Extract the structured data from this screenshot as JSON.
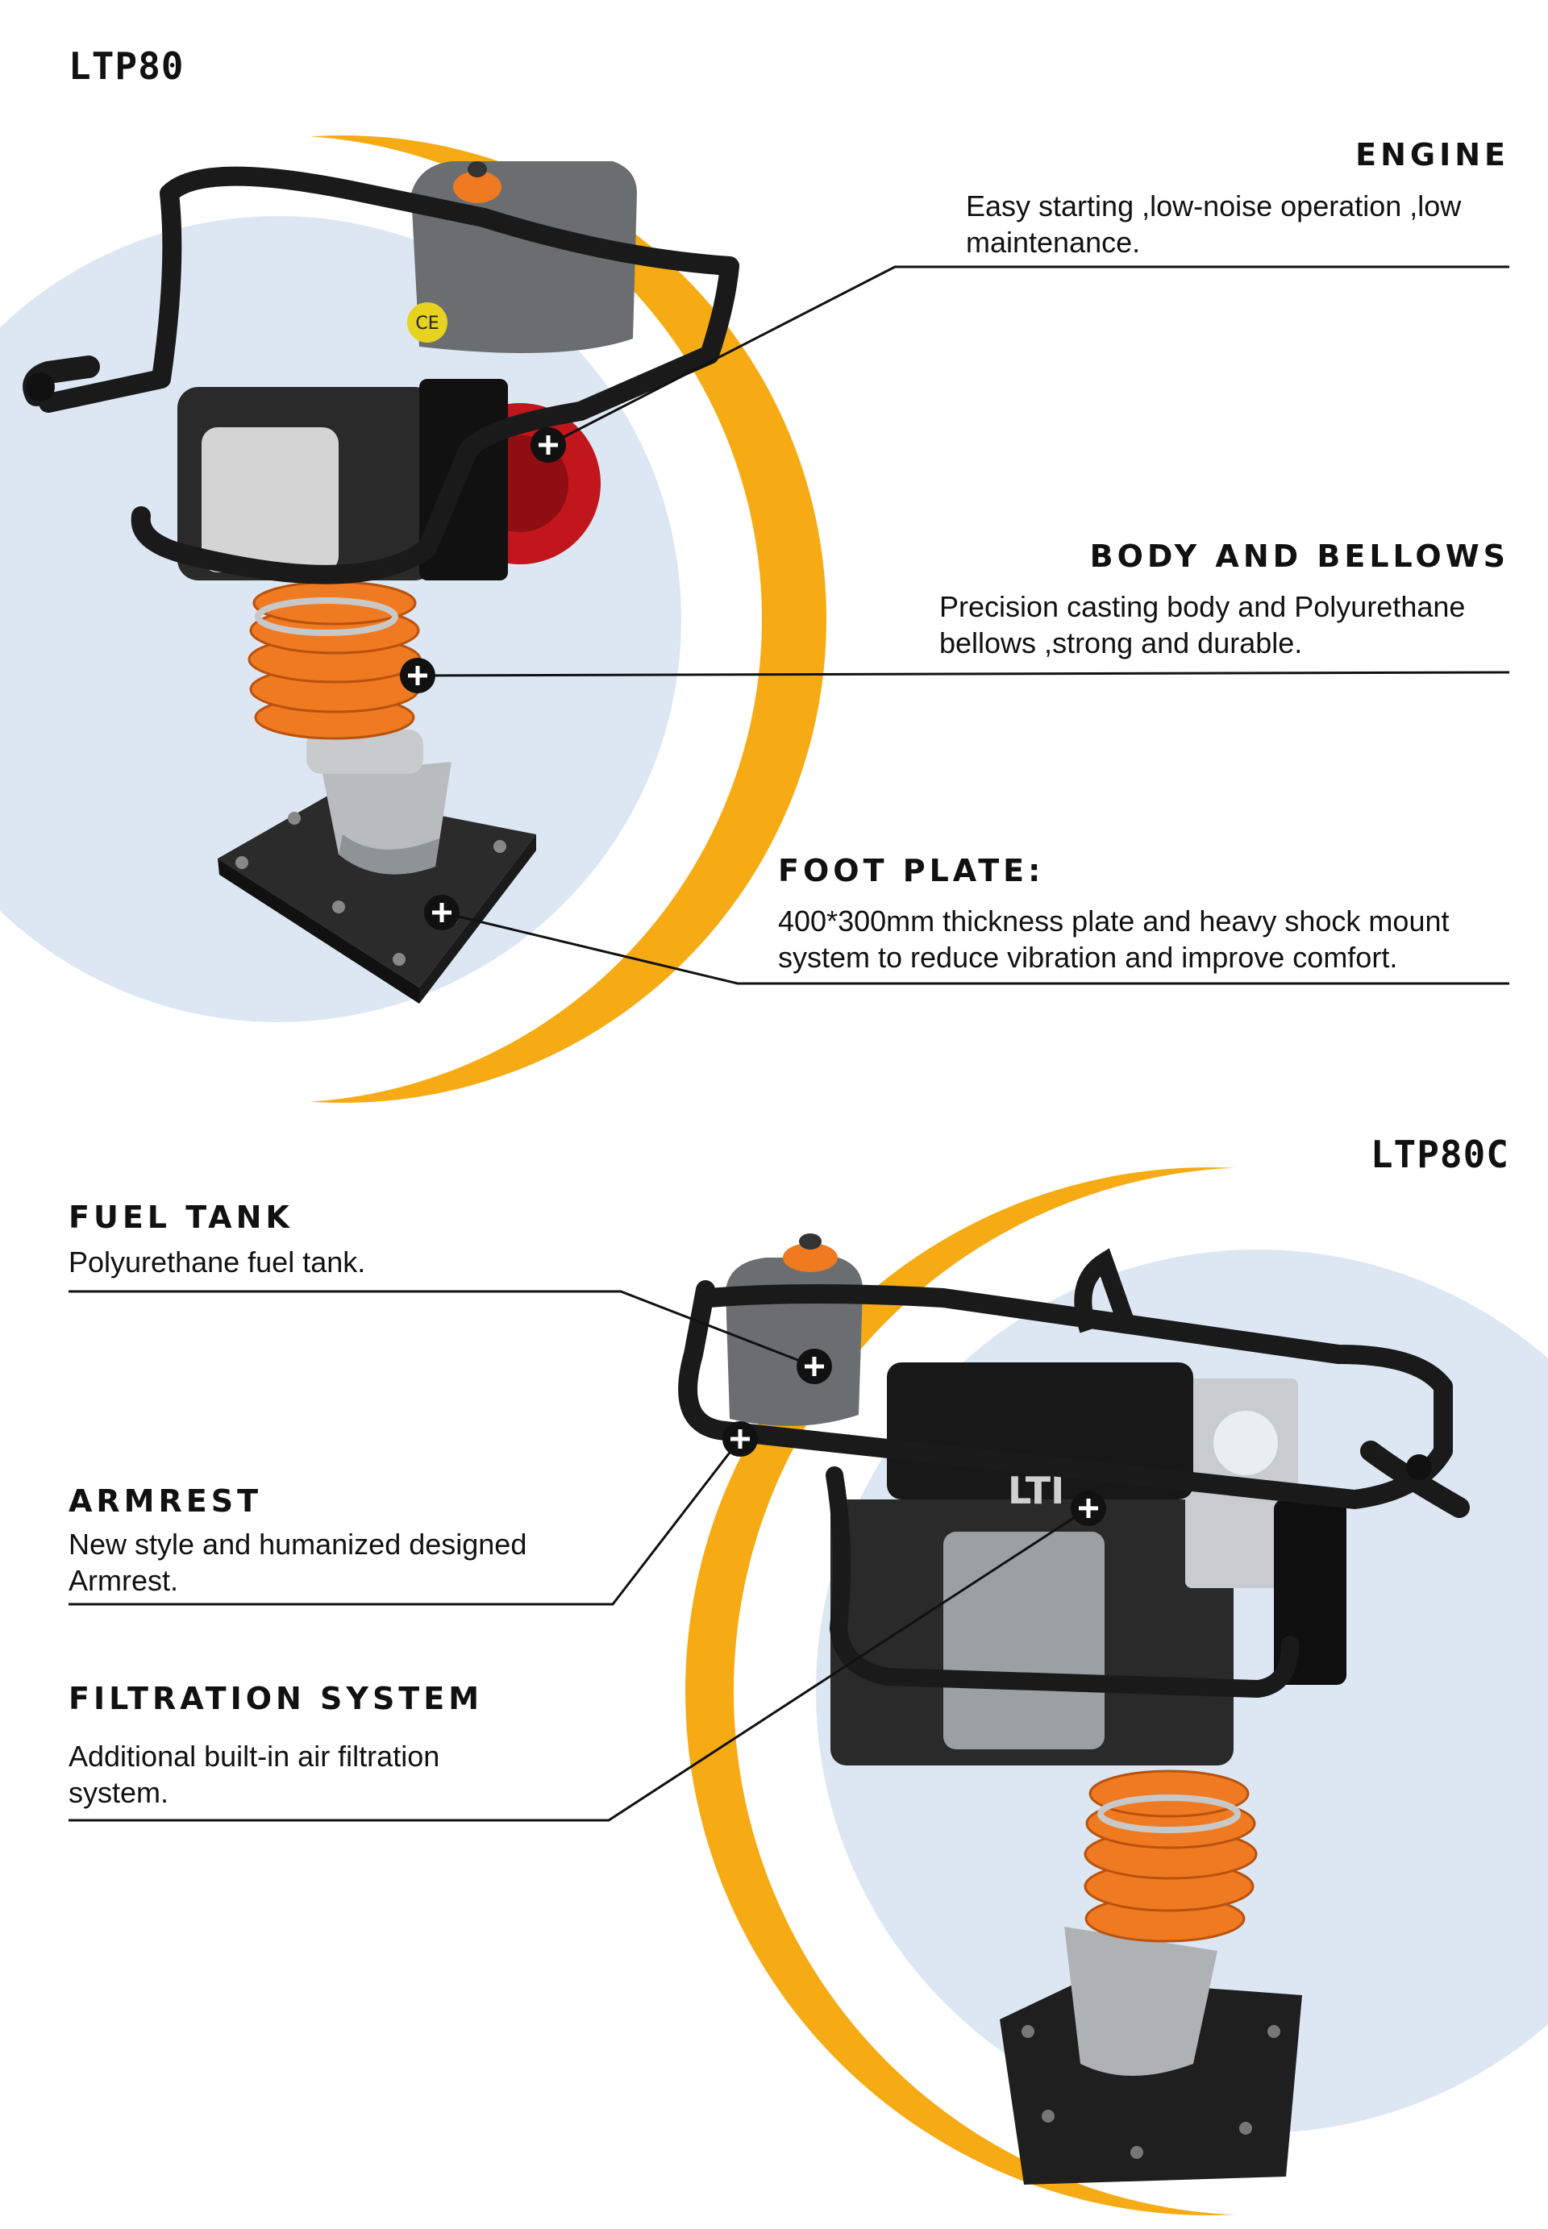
{
  "products": [
    {
      "model": "LTP80",
      "features": [
        {
          "title": "ENGINE",
          "desc_lines": [
            "Easy starting ,low-noise operation ,low",
            "maintenance."
          ]
        },
        {
          "title": "BODY AND BELLOWS",
          "desc_lines": [
            "Precision casting body and Polyurethane",
            "bellows ,strong and durable."
          ]
        },
        {
          "title": "FOOT PLATE:",
          "desc_lines": [
            "400*300mm thickness plate and heavy shock mount",
            "system to reduce vibration and improve comfort."
          ]
        }
      ]
    },
    {
      "model": "LTP80C",
      "features": [
        {
          "title": "FUEL TANK",
          "desc_lines": [
            "Polyurethane fuel tank."
          ]
        },
        {
          "title": "ARMREST",
          "desc_lines": [
            "New style and humanized designed",
            "Armrest."
          ]
        },
        {
          "title": "FILTRATION SYSTEM",
          "desc_lines": [
            "Additional built-in air filtration",
            "system."
          ]
        }
      ]
    }
  ],
  "brand_text": "LTI",
  "ce_mark": "CE",
  "colors": {
    "accent_orange": "#f6ab15",
    "circle_bg": "#dde7f4",
    "bellows": "#f07a22",
    "engine_red": "#c0161c",
    "frame_black": "#1a1a1a"
  },
  "icons": [
    "plus-marker-icon"
  ]
}
